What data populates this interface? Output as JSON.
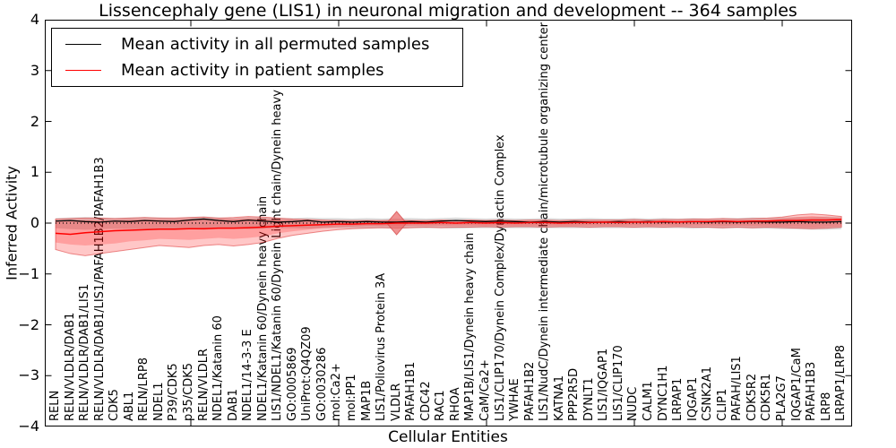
{
  "title": "Lissencephaly gene (LIS1) in neuronal migration and development -- 364 samples",
  "axes": {
    "ylabel": "Inferred Activity",
    "xlabel": "Cellular Entities",
    "ytick_labels": [
      "4",
      "3",
      "2",
      "1",
      "0",
      "−1",
      "−2",
      "−3",
      "−4"
    ]
  },
  "legend": {
    "entries": [
      {
        "label": "Mean activity in all permuted samples",
        "color": "#000000"
      },
      {
        "label": "Mean activity in patient samples",
        "color": "#ff0000"
      }
    ]
  },
  "chart_data": {
    "type": "line",
    "title": "Lissencephaly gene (LIS1) in neuronal migration and development -- 364 samples",
    "xlabel": "Cellular Entities",
    "ylabel": "Inferred Activity",
    "ylim": [
      -4,
      4
    ],
    "grid": false,
    "legend_position": "upper left",
    "zero_line": {
      "style": "dotted",
      "color": "#000000",
      "value": 0
    },
    "categories": [
      "RELN",
      "RELN/VLDLR/DAB1",
      "RELN/VLDLR/DAB1/LIS1",
      "RELN/VLDLR/DAB1/LIS1/PAFAH1B2/PAFAH1B3",
      "CDK5",
      "ABL1",
      "RELN/LRP8",
      "NDEL1",
      "P39/CDK5",
      "p35/CDK5",
      "RELN/VLDLR",
      "NDEL1/Katanin 60",
      "DAB1",
      "NDEL1/14-3-3 E",
      "NDEL1/Katanin 60/Dynein heavy chain",
      "LIS1/NDEL1/Katanin 60/Dynein Light chain/Dynein heavy chain",
      "GO:0005869",
      "UniProt:Q4QZ09",
      "GO:0030286",
      "mol:Ca2+",
      "mol:PP1",
      "MAP1B",
      "LIS1/Poliovirus Protein 3A",
      "VLDLR",
      "PAFAH1B1",
      "CDC42",
      "RAC1",
      "RHOA",
      "MAP1B/LIS1/Dynein heavy chain",
      "CaM/Ca2+",
      "LIS1/CLIP170/Dynein Complex/Dynactin Complex",
      "YWHAE",
      "PAFAH1B2",
      "LIS1/NudC/Dynein intermediate chain/microtubule organizing center",
      "KATNA1",
      "PPP2R5D",
      "DYNLT1",
      "LIS1/IQGAP1",
      "LIS1/CLIP170",
      "NUDC",
      "CALM1",
      "DYNC1H1",
      "LRPAP1",
      "IQGAP1",
      "CSNK2A1",
      "CLIP1",
      "PAFAH/LIS1",
      "CDK5R2",
      "CDK5R1",
      "PLA2G7",
      "IQGAP1/CaM",
      "PAFAH1B3",
      "LRP8",
      "LRPAP1/LRP8"
    ],
    "series": [
      {
        "name": "Mean activity in all permuted samples",
        "color": "#000000",
        "values": [
          0.04,
          0.05,
          0.03,
          0.02,
          0.04,
          0.03,
          0.05,
          0.04,
          0.03,
          0.06,
          0.08,
          0.05,
          0.03,
          0.06,
          0.04,
          0.02,
          0.03,
          0.05,
          0.02,
          0.03,
          0.02,
          0.03,
          0.02,
          0.02,
          0.03,
          0.02,
          0.04,
          0.05,
          0.04,
          0.03,
          0.04,
          0.03,
          0.02,
          0.03,
          0.02,
          0.03,
          0.02,
          0.02,
          0.03,
          0.02,
          0.03,
          0.02,
          0.02,
          0.03,
          0.02,
          0.03,
          0.02,
          0.03,
          0.02,
          0.02,
          0.03,
          0.02,
          0.02,
          0.03
        ]
      },
      {
        "name": "Mean activity in patient samples",
        "color": "#ff0000",
        "values": [
          -0.2,
          -0.22,
          -0.19,
          -0.17,
          -0.15,
          -0.14,
          -0.13,
          -0.12,
          -0.12,
          -0.11,
          -0.11,
          -0.1,
          -0.1,
          -0.09,
          -0.08,
          -0.06,
          -0.05,
          -0.04,
          -0.03,
          -0.02,
          -0.02,
          -0.01,
          -0.01,
          0.0,
          0.0,
          0.0,
          0.01,
          0.0,
          0.01,
          0.0,
          0.01,
          0.0,
          0.01,
          0.01,
          0.0,
          0.01,
          0.01,
          0.02,
          0.01,
          0.02,
          0.02,
          0.03,
          0.02,
          0.03,
          0.03,
          0.04,
          0.03,
          0.04,
          0.04,
          0.05,
          0.05,
          0.06,
          0.06,
          0.07
        ]
      }
    ],
    "bands": [
      {
        "name": "permuted-range",
        "fill": "rgba(110,110,110,0.25)",
        "stroke": "none",
        "upper": [
          0.1,
          0.11,
          0.12,
          0.11,
          0.1,
          0.11,
          0.12,
          0.11,
          0.1,
          0.12,
          0.13,
          0.11,
          0.1,
          0.12,
          0.11,
          0.1,
          0.1,
          0.11,
          0.1,
          0.1,
          0.09,
          0.1,
          0.09,
          0.1,
          0.1,
          0.09,
          0.1,
          0.11,
          0.1,
          0.09,
          0.1,
          0.09,
          0.09,
          0.1,
          0.09,
          0.09,
          0.1,
          0.09,
          0.09,
          0.1,
          0.09,
          0.1,
          0.09,
          0.1,
          0.09,
          0.1,
          0.1,
          0.11,
          0.1,
          0.11,
          0.12,
          0.12,
          0.13,
          0.12
        ],
        "lower": [
          -0.1,
          -0.12,
          -0.13,
          -0.12,
          -0.11,
          -0.12,
          -0.12,
          -0.11,
          -0.11,
          -0.12,
          -0.13,
          -0.11,
          -0.11,
          -0.12,
          -0.11,
          -0.1,
          -0.1,
          -0.11,
          -0.1,
          -0.1,
          -0.1,
          -0.1,
          -0.1,
          -0.11,
          -0.1,
          -0.1,
          -0.1,
          -0.11,
          -0.1,
          -0.1,
          -0.1,
          -0.1,
          -0.1,
          -0.1,
          -0.1,
          -0.1,
          -0.1,
          -0.1,
          -0.1,
          -0.1,
          -0.1,
          -0.1,
          -0.1,
          -0.11,
          -0.1,
          -0.11,
          -0.1,
          -0.11,
          -0.11,
          -0.12,
          -0.12,
          -0.13,
          -0.13,
          -0.12
        ]
      },
      {
        "name": "patient-range-outer",
        "fill": "rgba(255,0,0,0.22)",
        "stroke": "rgba(220,50,50,0.55)",
        "upper": [
          0.08,
          0.09,
          0.1,
          0.1,
          0.09,
          0.1,
          0.11,
          0.1,
          0.1,
          0.11,
          0.12,
          0.1,
          0.11,
          0.13,
          0.12,
          0.1,
          0.08,
          0.07,
          0.06,
          0.05,
          0.05,
          0.05,
          0.05,
          0.06,
          0.05,
          0.05,
          0.06,
          0.05,
          0.06,
          0.05,
          0.06,
          0.05,
          0.06,
          0.06,
          0.05,
          0.06,
          0.06,
          0.06,
          0.06,
          0.07,
          0.06,
          0.07,
          0.07,
          0.08,
          0.08,
          0.09,
          0.08,
          0.09,
          0.1,
          0.12,
          0.16,
          0.18,
          0.16,
          0.13
        ],
        "lower": [
          -0.52,
          -0.6,
          -0.64,
          -0.6,
          -0.56,
          -0.52,
          -0.48,
          -0.44,
          -0.46,
          -0.48,
          -0.44,
          -0.42,
          -0.45,
          -0.42,
          -0.38,
          -0.3,
          -0.24,
          -0.2,
          -0.16,
          -0.13,
          -0.11,
          -0.1,
          -0.09,
          -0.1,
          -0.09,
          -0.08,
          -0.09,
          -0.08,
          -0.08,
          -0.07,
          -0.08,
          -0.07,
          -0.07,
          -0.08,
          -0.07,
          -0.07,
          -0.08,
          -0.07,
          -0.07,
          -0.08,
          -0.07,
          -0.08,
          -0.07,
          -0.08,
          -0.08,
          -0.09,
          -0.08,
          -0.09,
          -0.08,
          -0.09,
          -0.1,
          -0.11,
          -0.1,
          -0.08
        ]
      },
      {
        "name": "patient-range-inner",
        "fill": "rgba(255,0,0,0.20)",
        "stroke": "none",
        "upper": [
          0.05,
          0.06,
          0.06,
          0.06,
          0.06,
          0.07,
          0.07,
          0.07,
          0.07,
          0.08,
          0.08,
          0.08,
          0.08,
          0.09,
          0.08,
          0.07,
          0.06,
          0.05,
          0.04,
          0.04,
          0.04,
          0.04,
          0.04,
          0.04,
          0.04,
          0.04,
          0.04,
          0.04,
          0.04,
          0.04,
          0.04,
          0.04,
          0.04,
          0.04,
          0.04,
          0.04,
          0.04,
          0.04,
          0.04,
          0.05,
          0.04,
          0.05,
          0.05,
          0.05,
          0.05,
          0.06,
          0.05,
          0.06,
          0.07,
          0.09,
          0.12,
          0.14,
          0.12,
          0.1
        ],
        "lower": [
          -0.38,
          -0.42,
          -0.44,
          -0.42,
          -0.4,
          -0.36,
          -0.34,
          -0.31,
          -0.32,
          -0.33,
          -0.31,
          -0.29,
          -0.31,
          -0.29,
          -0.26,
          -0.2,
          -0.16,
          -0.13,
          -0.1,
          -0.08,
          -0.07,
          -0.06,
          -0.06,
          -0.06,
          -0.05,
          -0.05,
          -0.05,
          -0.05,
          -0.05,
          -0.05,
          -0.05,
          -0.05,
          -0.05,
          -0.05,
          -0.05,
          -0.05,
          -0.05,
          -0.05,
          -0.05,
          -0.05,
          -0.05,
          -0.05,
          -0.05,
          -0.05,
          -0.05,
          -0.06,
          -0.05,
          -0.06,
          -0.06,
          -0.07,
          -0.08,
          -0.09,
          -0.08,
          -0.06
        ]
      }
    ],
    "highlight": {
      "category": "VLDLR",
      "index": 23,
      "value": 0,
      "marker": "diamond",
      "fill": "rgba(235,110,110,0.75)",
      "stroke": "rgba(215,80,80,0.8)"
    }
  }
}
